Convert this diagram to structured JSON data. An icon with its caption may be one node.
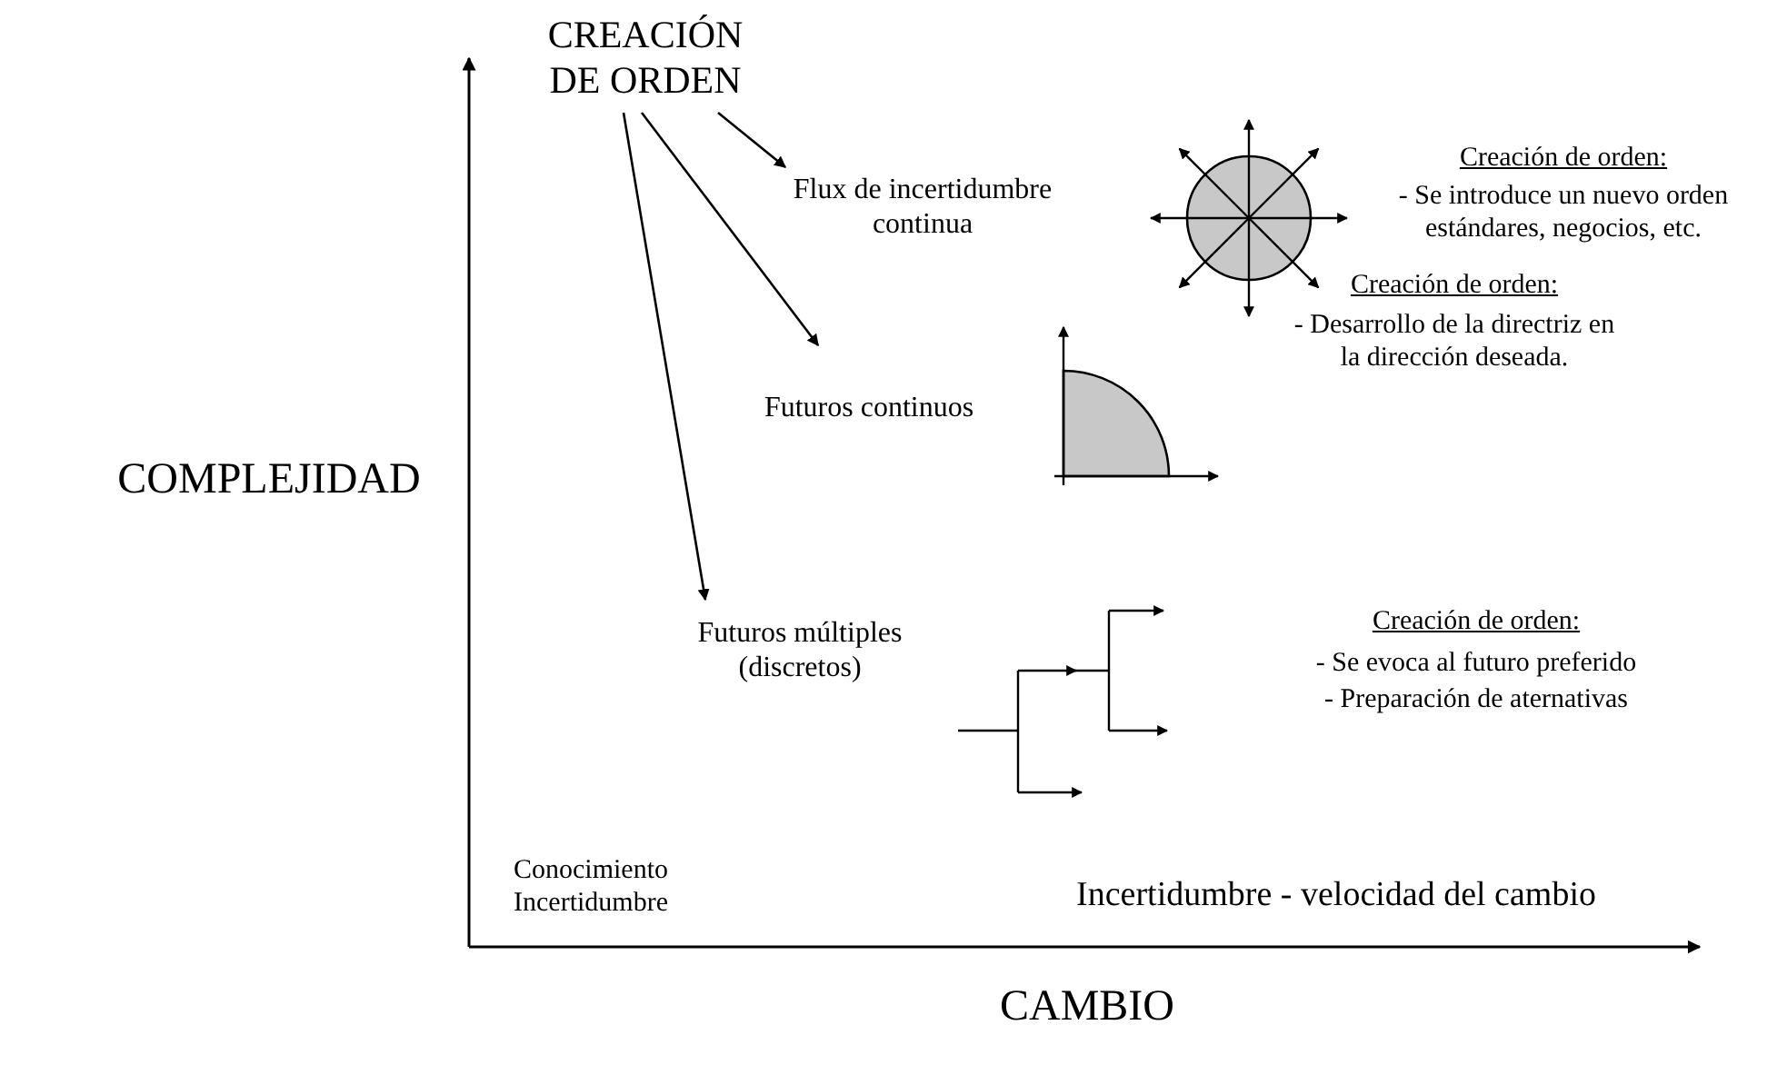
{
  "diagram": {
    "nodes": [
      {
        "text": [
          "CREACIÓN DE ORDEN"
        ]
      },
      {
        "text": [
          "Flux de incertidumbre continua"
        ]
      },
      {
        "text": [
          "Futuros continuos"
        ]
      },
      {
        "text": [
          "Futuros múltiples (discretos)"
        ]
      }
    ],
    "edges": [
      {
        "from": 0,
        "to": 1,
        "arrow": "to"
      },
      {
        "from": 0,
        "to": 2,
        "arrow": "to"
      },
      {
        "from": 0,
        "to": 3,
        "arrow": "to"
      }
    ],
    "labels": [
      "Creación de orden:",
      "- Se introduce un nuevo orden estándares, negocios, etc.",
      "Creación de orden:",
      "- Desarrollo de la directriz en la dirección deseada.",
      "COMPLEJIDAD",
      "Creación de orden:",
      "- Se evoca al futuro preferido",
      "- Preparación de aternativas",
      "Conocimiento Incertidumbre",
      "Incertidumbre - velocidad del cambio",
      "CAMBIO"
    ]
  }
}
